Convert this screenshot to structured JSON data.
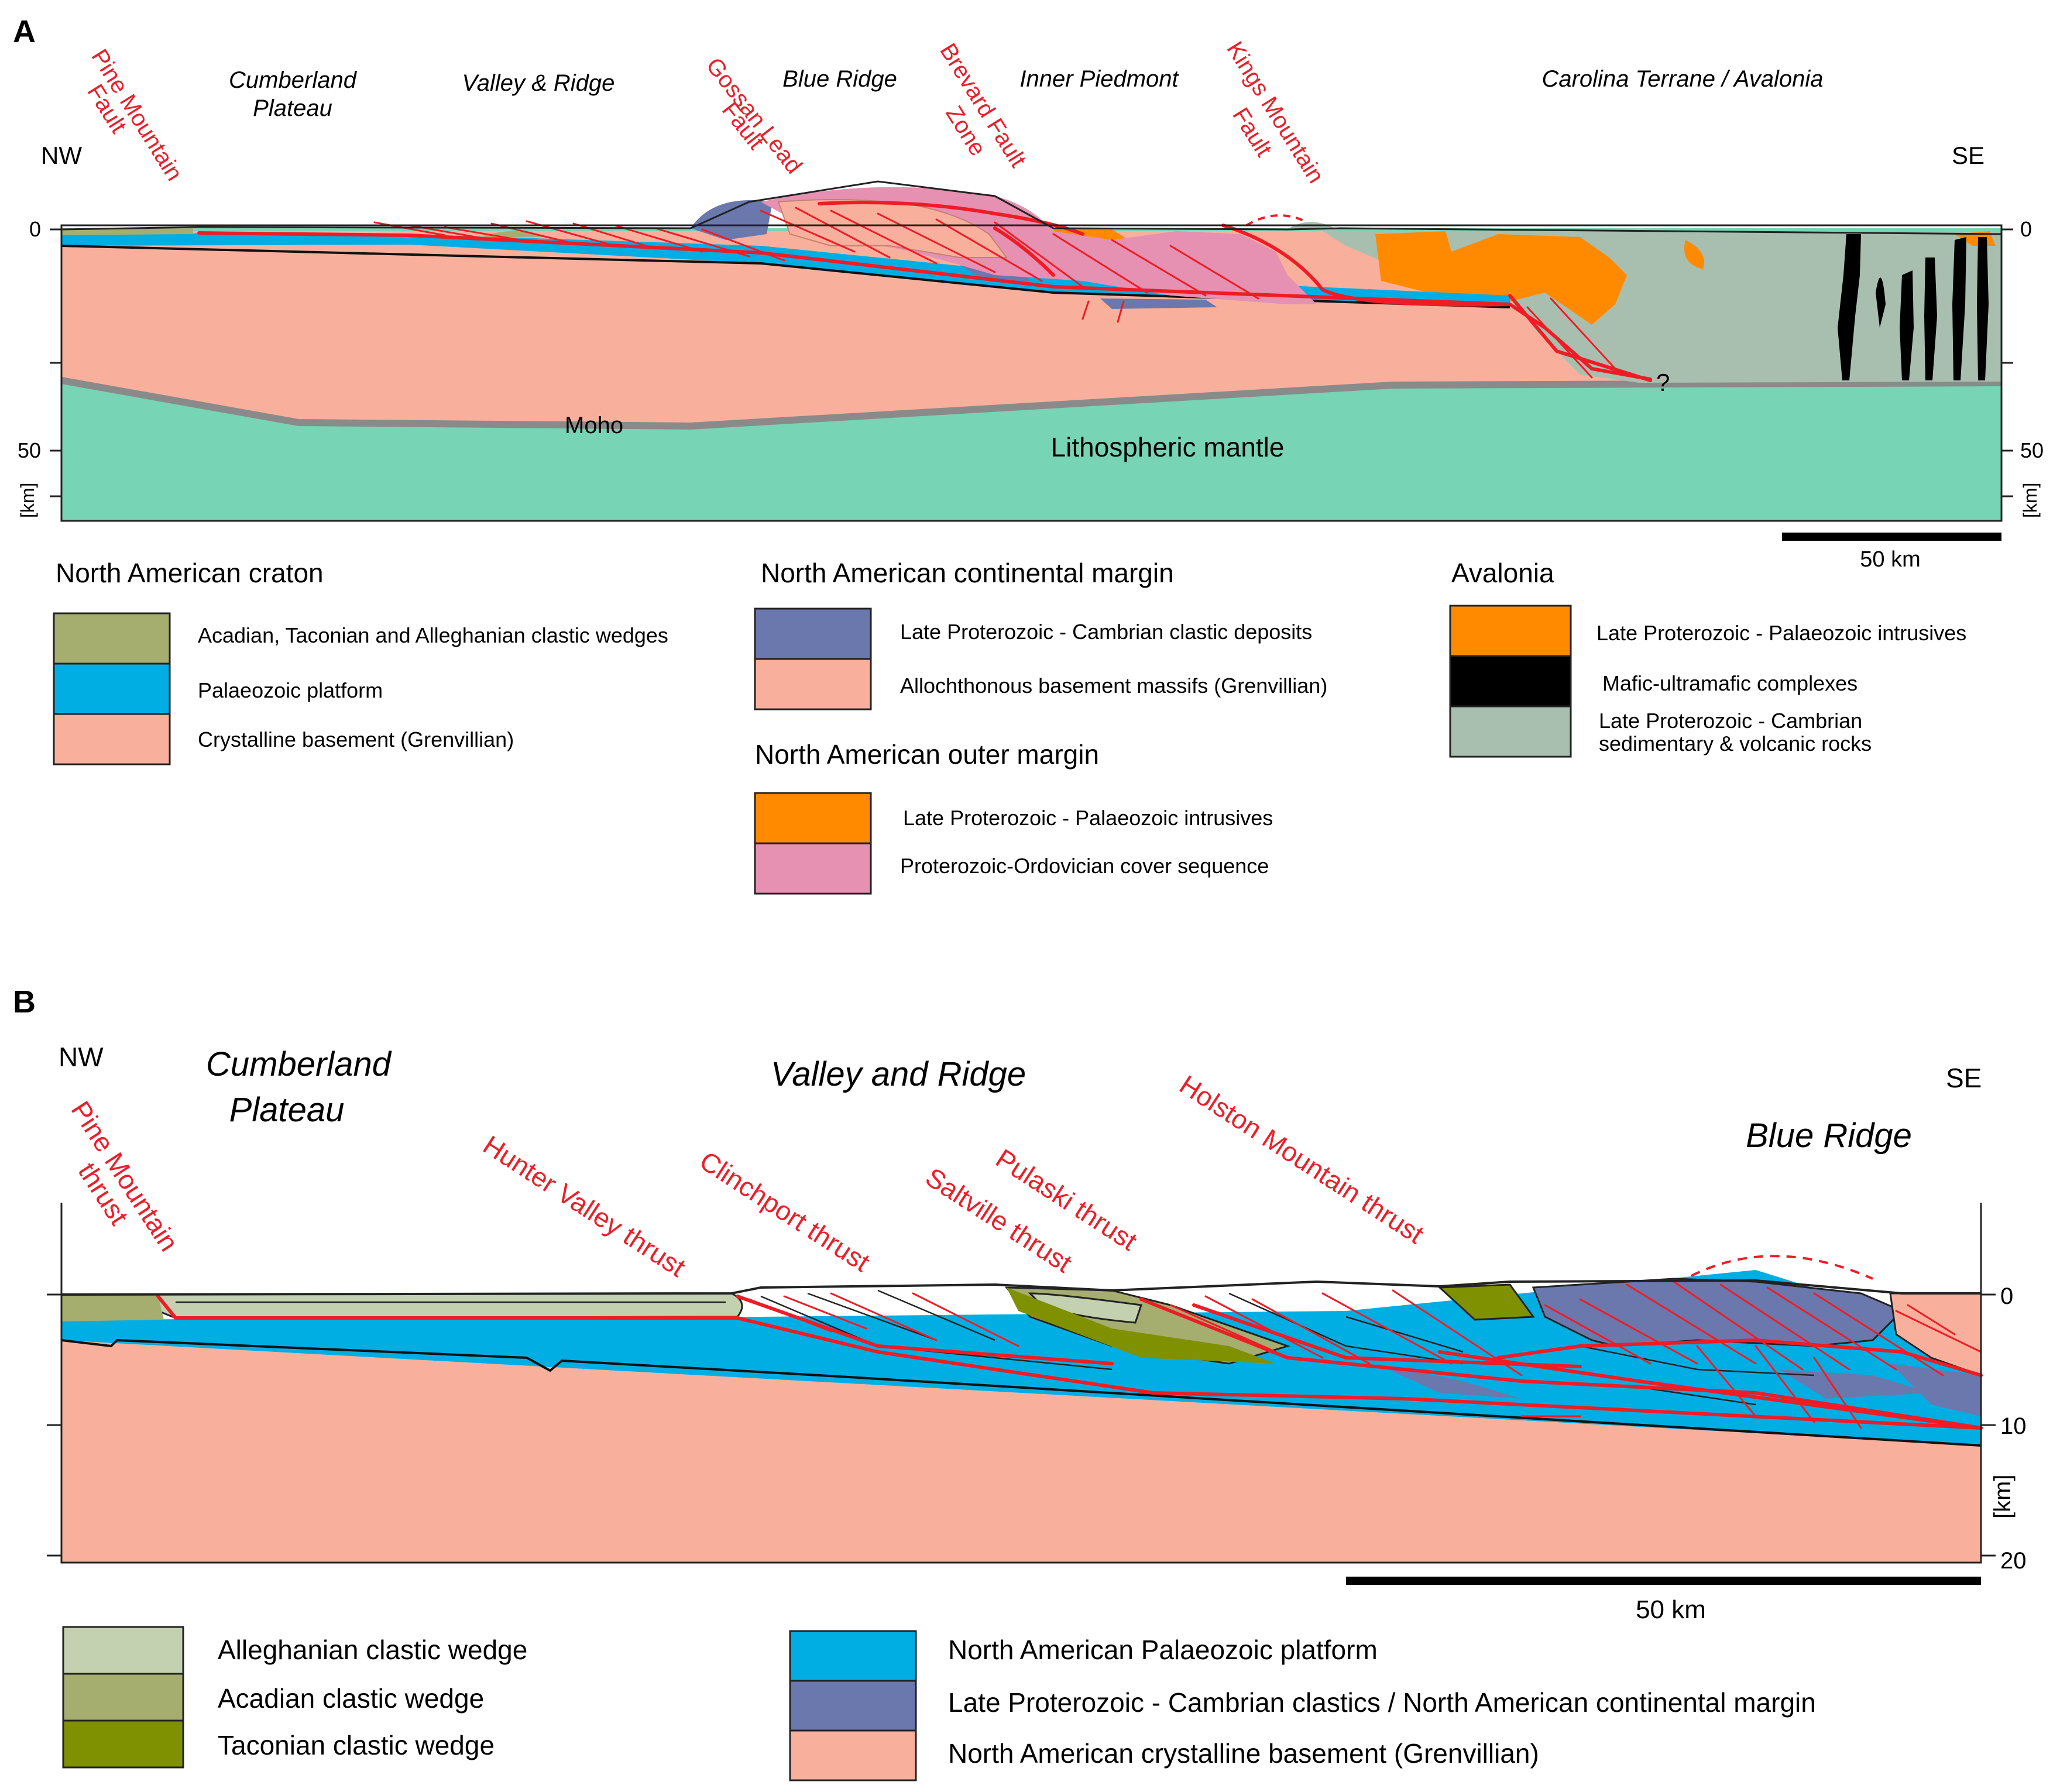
{
  "panel_a": {
    "letter": "A",
    "nw": "NW",
    "se": "SE",
    "regions": {
      "cumberland_1": "Cumberland",
      "cumberland_2": "Plateau",
      "valley_ridge": "Valley & Ridge",
      "blue_ridge": "Blue Ridge",
      "inner_piedmont": "Inner Piedmont",
      "carolina": "Carolina Terrane / Avalonia"
    },
    "faults": {
      "pine_1": "Pine Mountain",
      "pine_2": "Fault",
      "gossan_1": "Gossan Lead",
      "gossan_2": "Fault",
      "brevard_1": "Brevard Fault",
      "brevard_2": "Zone",
      "kings_1": "Kings Mountain",
      "kings_2": "Fault"
    },
    "depth_ticks": [
      "0",
      "50"
    ],
    "depth_unit": "[km]",
    "moho": "Moho",
    "mantle": "Lithospheric mantle",
    "question": "?",
    "scale": "50 km"
  },
  "legend_a": {
    "craton": {
      "title": "North American craton",
      "items": [
        "Acadian, Taconian and Alleghanian clastic wedges",
        "Palaeozoic platform",
        "Crystalline basement (Grenvillian)"
      ]
    },
    "margin": {
      "title": "North American continental margin",
      "items": [
        "Late Proterozoic - Cambrian clastic deposits",
        "Allochthonous basement massifs (Grenvillian)"
      ]
    },
    "outer": {
      "title": "North American outer margin",
      "items": [
        "Late Proterozoic - Palaeozoic intrusives",
        "Proterozoic-Ordovician  cover sequence"
      ]
    },
    "avalonia": {
      "title": "Avalonia",
      "items": [
        "Late Proterozoic - Palaeozoic intrusives",
        "Mafic-ultramafic complexes",
        "Late Proterozoic - Cambrian",
        "sedimentary & volcanic rocks"
      ]
    }
  },
  "panel_b": {
    "letter": "B",
    "nw": "NW",
    "se": "SE",
    "regions": {
      "cumberland_1": "Cumberland",
      "cumberland_2": "Plateau",
      "valley_ridge": "Valley and Ridge",
      "blue_ridge": "Blue Ridge"
    },
    "faults": {
      "pine_1": "Pine Mountain",
      "pine_2": "thrust",
      "hunter": "Hunter Valley thrust",
      "clinchport": "Clinchport thrust",
      "pulaski": "Pulaski thrust",
      "saltville": "Saltville thrust",
      "holston": "Holston Mountain thrust"
    },
    "depth_ticks": [
      "0",
      "10",
      "20"
    ],
    "depth_unit": "[km]",
    "scale": "50 km"
  },
  "legend_b": {
    "left": [
      "Alleghanian clastic wedge",
      "Acadian clastic wedge",
      "Taconian clastic wedge"
    ],
    "right": [
      "North American Palaeozoic platform",
      "Late Proterozoic - Cambrian clastics / North American continental margin",
      "North American crystalline basement (Grenvillian)"
    ]
  },
  "colors": {
    "basement": "#f8b09d",
    "platform": "#00aee4",
    "clastic_wedge": "#a5ad6f",
    "alleghanian": "#c3d1b0",
    "taconian": "#7f9100",
    "margin_clastics": "#6a78ae",
    "mantle": "#77d4b5",
    "moho": "#8a8a8a",
    "intrusive": "#ff8a00",
    "cover": "#e690b2",
    "avalonia_rocks": "#a8bfb0",
    "mafic": "#000000",
    "fault": "#ee1c25"
  }
}
